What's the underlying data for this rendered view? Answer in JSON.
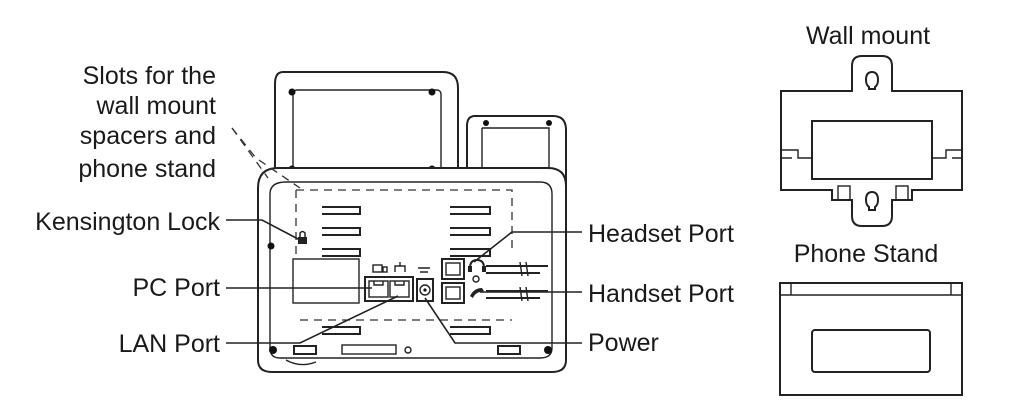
{
  "labels": {
    "slots_line1": "Slots for the",
    "slots_line2": "wall mount",
    "slots_line3": "spacers and",
    "slots_line4": "phone stand",
    "kensington": "Kensington Lock",
    "pc_port": "PC Port",
    "lan_port": "LAN Port",
    "headset_port": "Headset Port",
    "handset_port": "Handset Port",
    "power": "Power",
    "wall_mount": "Wall mount",
    "phone_stand": "Phone Stand"
  },
  "icons": {
    "lock": "lock-icon",
    "headset": "headset-icon",
    "handset": "handset-icon",
    "pc": "pc-icon",
    "lan": "lan-icon"
  }
}
